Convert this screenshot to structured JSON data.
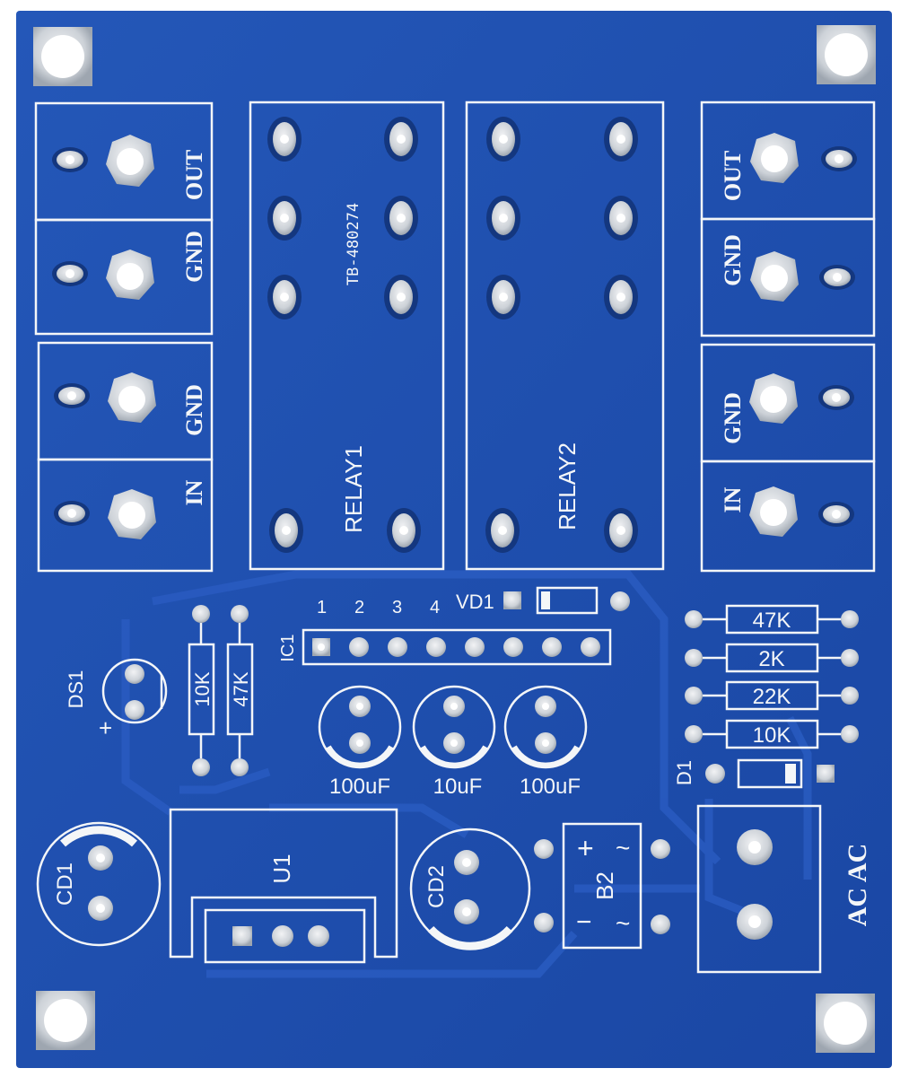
{
  "labels": {
    "left_out": "OUT",
    "left_gnd_top": "GND",
    "left_gnd_bottom": "GND",
    "left_in": "IN",
    "right_out": "OUT",
    "right_gnd_top": "GND",
    "right_gnd_bottom": "GND",
    "right_in": "IN",
    "board_code": "TB-480274",
    "relay1": "RELAY1",
    "relay2": "RELAY2",
    "vd1": "VD1",
    "ic1": "IC1",
    "pin1": "1",
    "pin2": "2",
    "pin3": "3",
    "pin4": "4",
    "ds1": "DS1",
    "ds1_plus": "+",
    "r_10k_left": "10K",
    "r_47k_left": "47K",
    "r_47k": "47K",
    "r_2k": "2K",
    "r_22k": "22K",
    "r_10k": "10K",
    "cap1": "100uF",
    "cap2": "10uF",
    "cap3": "100uF",
    "d1": "D1",
    "cd1": "CD1",
    "u1": "U1",
    "cd2": "CD2",
    "b2": "B2",
    "b2_plus": "+",
    "b2_minus": "−",
    "b2_ac_top": "~",
    "b2_ac_bottom": "~",
    "ac": "AC AC"
  },
  "colors": {
    "board": "#1f4fb0",
    "silkscreen": "#f4f6f8",
    "pad": "#d9dde2"
  }
}
